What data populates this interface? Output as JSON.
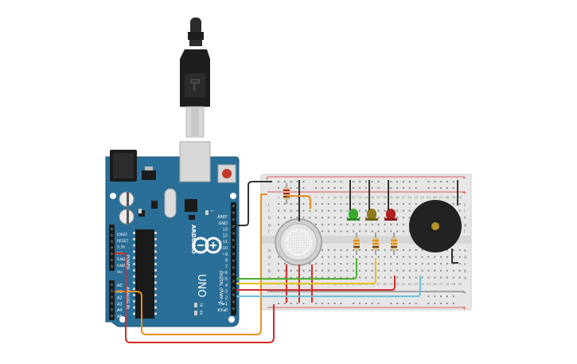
{
  "board": {
    "logo": "ARDUINO",
    "model": "UNO",
    "digital_label": "DIGITAL (PWM~)",
    "power_label": "POWER",
    "analog_label": "ANALOG IN",
    "tx_led": "TX",
    "rx_led": "RX",
    "l_led": "L",
    "on_led": "ON",
    "power_pins": [
      "IOREF",
      "RESET",
      "3.3V",
      "5V",
      "GND",
      "GND",
      "Vin"
    ],
    "analog_pins": [
      "A0",
      "A1",
      "A2",
      "A3",
      "A4",
      "A5"
    ],
    "digital_pins": [
      "AREF",
      "GND",
      "13",
      "12",
      "~11",
      "~10",
      "~9",
      "8",
      "7",
      "~6",
      "~5",
      "4",
      "~3",
      "2",
      "TX▸1",
      "RX◂0"
    ]
  },
  "breadboard": {
    "row_letters_top": [
      "j",
      "i",
      "h",
      "g",
      "f"
    ],
    "row_letters_bottom": [
      "e",
      "d",
      "c",
      "b",
      "a"
    ],
    "col_numbers": [
      "1",
      "2",
      "3",
      "4",
      "5",
      "6",
      "7",
      "8",
      "9",
      "10",
      "11",
      "12",
      "13",
      "14",
      "15",
      "16",
      "17",
      "18",
      "19",
      "20",
      "21",
      "22",
      "23",
      "24",
      "25",
      "26",
      "27",
      "28",
      "29",
      "30"
    ],
    "rail_plus": "+",
    "rail_minus": "−"
  },
  "colors": {
    "board": "#2a6f97",
    "board_dark": "#1f5878",
    "breadboard": "#e6e6e6",
    "wire_black": "#333333",
    "wire_orange": "#e8901c",
    "wire_red": "#d42a2a",
    "wire_green": "#4caf2a",
    "wire_yellow": "#e8c21c",
    "wire_blue": "#6fc0d8",
    "led_green": "#3aa830",
    "led_yellow": "#8a7a18",
    "led_red": "#b02020",
    "buzzer": "#222222"
  }
}
